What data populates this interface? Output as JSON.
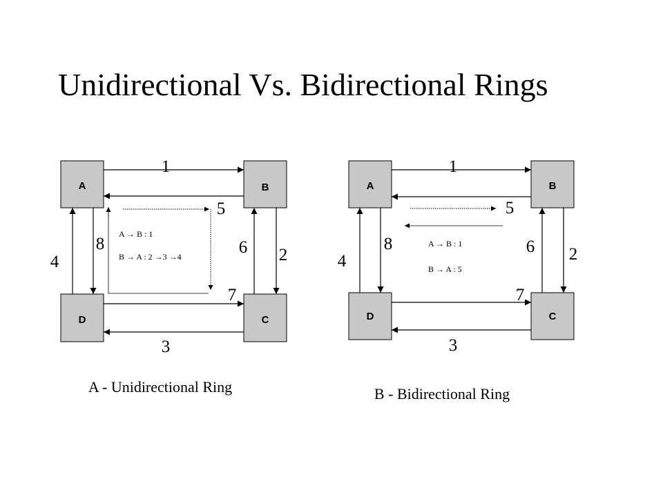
{
  "title": "Unidirectional Vs. Bidirectional Rings",
  "rings": [
    {
      "caption": "A - Unidirectional Ring",
      "nodes": {
        "a": "A",
        "b": "B",
        "c": "C",
        "d": "D"
      },
      "link_labels": [
        "1",
        "2",
        "3",
        "4",
        "5",
        "6",
        "7",
        "8"
      ],
      "routes": [
        "A → B : 1",
        "B → A : 2 →3 →4"
      ]
    },
    {
      "caption": "B - Bidirectional Ring",
      "nodes": {
        "a": "A",
        "b": "B",
        "c": "C",
        "d": "D"
      },
      "link_labels": [
        "1",
        "2",
        "3",
        "4",
        "5",
        "6",
        "7",
        "8"
      ],
      "routes": [
        "A → B : 1",
        "B → A : 5"
      ]
    }
  ],
  "colors": {
    "node_fill": "#c8c8c8",
    "line": "#000000"
  }
}
